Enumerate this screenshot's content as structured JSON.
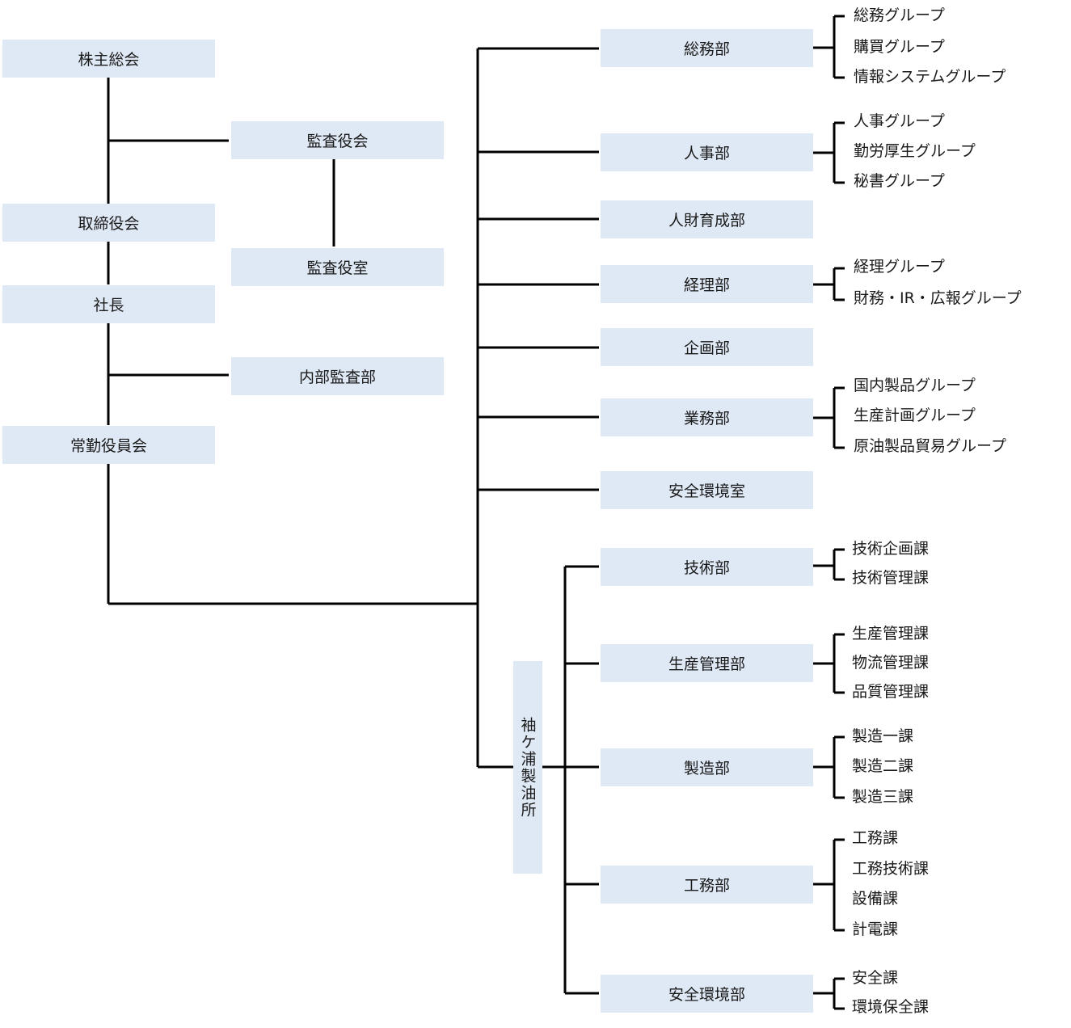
{
  "top": {
    "shareholders": "株主総会",
    "board": "取締役会",
    "president": "社長",
    "executive_committee": "常勤役員会"
  },
  "audit": {
    "board_of_auditors": "監査役会",
    "auditors_office": "監査役室",
    "internal_audit": "内部監査部"
  },
  "departments": [
    {
      "name": "総務部",
      "groups": [
        "総務グループ",
        "購買グループ",
        "情報システムグループ"
      ]
    },
    {
      "name": "人事部",
      "groups": [
        "人事グループ",
        "勤労厚生グループ",
        "秘書グループ"
      ]
    },
    {
      "name": "人財育成部",
      "groups": []
    },
    {
      "name": "経理部",
      "groups": [
        "経理グループ",
        "財務・IR・広報グループ"
      ]
    },
    {
      "name": "企画部",
      "groups": []
    },
    {
      "name": "業務部",
      "groups": [
        "国内製品グループ",
        "生産計画グループ",
        "原油製品貿易グループ"
      ]
    },
    {
      "name": "安全環境室",
      "groups": []
    }
  ],
  "refinery": {
    "name": "袖ケ浦製油所",
    "departments": [
      {
        "name": "技術部",
        "sections": [
          "技術企画課",
          "技術管理課"
        ]
      },
      {
        "name": "生産管理部",
        "sections": [
          "生産管理課",
          "物流管理課",
          "品質管理課"
        ]
      },
      {
        "name": "製造部",
        "sections": [
          "製造一課",
          "製造二課",
          "製造三課"
        ]
      },
      {
        "name": "工務部",
        "sections": [
          "工務課",
          "工務技術課",
          "設備課",
          "計電課"
        ]
      },
      {
        "name": "安全環境部",
        "sections": [
          "安全課",
          "環境保全課"
        ]
      }
    ]
  },
  "colors": {
    "box_fill": "#dfe9f5",
    "line": "#000000"
  }
}
